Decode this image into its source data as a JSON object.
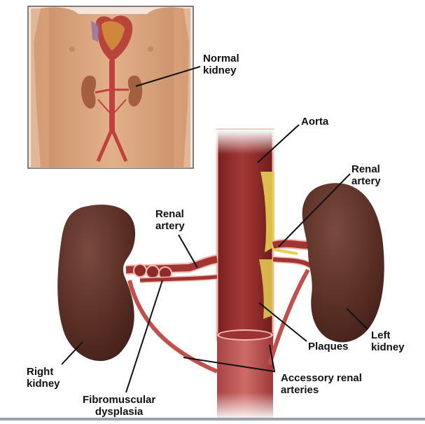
{
  "diagram": {
    "type": "medical-illustration",
    "subject": "Renal artery stenosis causes",
    "colors": {
      "aorta": "#8e2a2a",
      "aorta_wall": "#f3b9b0",
      "kidney": "#5a2d22",
      "plaque": "#e6cf52",
      "skin": "#d9a57f",
      "inset_border": "#555555",
      "leader_line": "#111111"
    }
  },
  "inset": {
    "label_line1": "Normal",
    "label_line2": "kidney"
  },
  "labels": {
    "aorta": "Aorta",
    "renal_artery_left_line1": "Renal",
    "renal_artery_left_line2": "artery",
    "renal_artery_right_line1": "Renal",
    "renal_artery_right_line2": "artery",
    "plaques": "Plaques",
    "left_kidney_line1": "Left",
    "left_kidney_line2": "kidney",
    "right_kidney_line1": "Right",
    "right_kidney_line2": "kidney",
    "fibromuscular_line1": "Fibromuscular",
    "fibromuscular_line2": "dysplasia",
    "accessory_line1": "Accessory renal",
    "accessory_line2": "arteries"
  }
}
